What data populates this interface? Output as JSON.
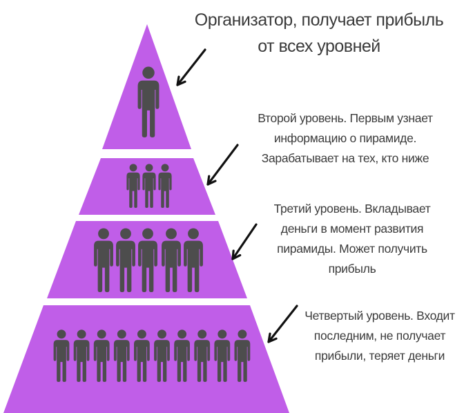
{
  "diagram": {
    "levels": [
      {
        "id": "top",
        "lines": [
          "Организатор, получает прибыль",
          "от всех уровней"
        ],
        "people": 1
      },
      {
        "id": "second",
        "lines": [
          "Второй уровень. Первым узнает",
          "информацию о пирамиде.",
          "Зарабатывает на тех, кто ниже"
        ],
        "people": 3
      },
      {
        "id": "third",
        "lines": [
          "Третий уровень. Вкладывает",
          "деньги в момент развития",
          "пирамиды. Может получить",
          "прибыль"
        ],
        "people": 5
      },
      {
        "id": "fourth",
        "lines": [
          "Четвертый уровень. Входит",
          "последним, не получает",
          "прибыли, теряет деньги"
        ],
        "people": 10
      }
    ],
    "colors": {
      "pyramid": "#c05ee8",
      "figure": "#4d4d4d",
      "arrow": "#111111",
      "text": "#3b3b3b"
    }
  }
}
